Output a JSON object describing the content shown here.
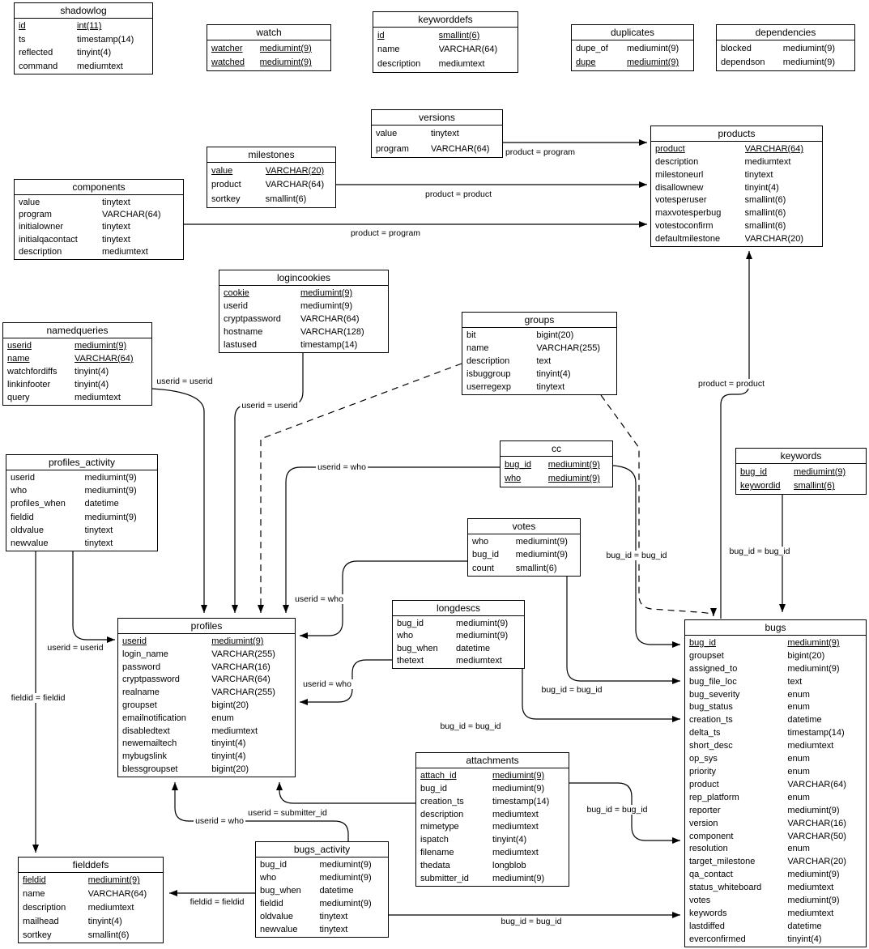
{
  "diagram": {
    "kind": "entity-relationship-schema",
    "tables": [
      {
        "id": "shadowlog",
        "title": "shadowlog",
        "fields": [
          {
            "name": "id",
            "type": "int(11)",
            "key": true
          },
          {
            "name": "ts",
            "type": "timestamp(14)",
            "key": false
          },
          {
            "name": "reflected",
            "type": "tinyint(4)",
            "key": false
          },
          {
            "name": "command",
            "type": "mediumtext",
            "key": false
          }
        ]
      },
      {
        "id": "watch",
        "title": "watch",
        "fields": [
          {
            "name": "watcher",
            "type": "mediumint(9)",
            "key": true
          },
          {
            "name": "watched",
            "type": "mediumint(9)",
            "key": true
          }
        ]
      },
      {
        "id": "keyworddefs",
        "title": "keyworddefs",
        "fields": [
          {
            "name": "id",
            "type": "smallint(6)",
            "key": true
          },
          {
            "name": "name",
            "type": "VARCHAR(64)",
            "key": false
          },
          {
            "name": "description",
            "type": "mediumtext",
            "key": false
          }
        ]
      },
      {
        "id": "duplicates",
        "title": "duplicates",
        "fields": [
          {
            "name": "dupe_of",
            "type": "mediumint(9)",
            "key": false
          },
          {
            "name": "dupe",
            "type": "mediumint(9)",
            "key": true
          }
        ]
      },
      {
        "id": "dependencies",
        "title": "dependencies",
        "fields": [
          {
            "name": "blocked",
            "type": "mediumint(9)",
            "key": false
          },
          {
            "name": "dependson",
            "type": "mediumint(9)",
            "key": false
          }
        ]
      },
      {
        "id": "versions",
        "title": "versions",
        "fields": [
          {
            "name": "value",
            "type": "tinytext",
            "key": false
          },
          {
            "name": "program",
            "type": "VARCHAR(64)",
            "key": false
          }
        ]
      },
      {
        "id": "products",
        "title": "products",
        "fields": [
          {
            "name": "product",
            "type": "VARCHAR(64)",
            "key": true
          },
          {
            "name": "description",
            "type": "mediumtext",
            "key": false
          },
          {
            "name": "milestoneurl",
            "type": "tinytext",
            "key": false
          },
          {
            "name": "disallownew",
            "type": "tinyint(4)",
            "key": false
          },
          {
            "name": "votesperuser",
            "type": "smallint(6)",
            "key": false
          },
          {
            "name": "maxvotesperbug",
            "type": "smallint(6)",
            "key": false
          },
          {
            "name": "votestoconfirm",
            "type": "smallint(6)",
            "key": false
          },
          {
            "name": "defaultmilestone",
            "type": "VARCHAR(20)",
            "key": false
          }
        ]
      },
      {
        "id": "milestones",
        "title": "milestones",
        "fields": [
          {
            "name": "value",
            "type": "VARCHAR(20)",
            "key": true
          },
          {
            "name": "product",
            "type": "VARCHAR(64)",
            "key": false
          },
          {
            "name": "sortkey",
            "type": "smallint(6)",
            "key": false
          }
        ]
      },
      {
        "id": "components",
        "title": "components",
        "fields": [
          {
            "name": "value",
            "type": "tinytext",
            "key": false
          },
          {
            "name": "program",
            "type": "VARCHAR(64)",
            "key": false
          },
          {
            "name": "initialowner",
            "type": "tinytext",
            "key": false
          },
          {
            "name": "initialqacontact",
            "type": "tinytext",
            "key": false
          },
          {
            "name": "description",
            "type": "mediumtext",
            "key": false
          }
        ]
      },
      {
        "id": "logincookies",
        "title": "logincookies",
        "fields": [
          {
            "name": "cookie",
            "type": "mediumint(9)",
            "key": true
          },
          {
            "name": "userid",
            "type": "mediumint(9)",
            "key": false
          },
          {
            "name": "cryptpassword",
            "type": "VARCHAR(64)",
            "key": false
          },
          {
            "name": "hostname",
            "type": "VARCHAR(128)",
            "key": false
          },
          {
            "name": "lastused",
            "type": "timestamp(14)",
            "key": false
          }
        ]
      },
      {
        "id": "groups",
        "title": "groups",
        "fields": [
          {
            "name": "bit",
            "type": "bigint(20)",
            "key": false
          },
          {
            "name": "name",
            "type": "VARCHAR(255)",
            "key": false
          },
          {
            "name": "description",
            "type": "text",
            "key": false
          },
          {
            "name": "isbuggroup",
            "type": "tinyint(4)",
            "key": false
          },
          {
            "name": "userregexp",
            "type": "tinytext",
            "key": false
          }
        ]
      },
      {
        "id": "namedqueries",
        "title": "namedqueries",
        "fields": [
          {
            "name": "userid",
            "type": "mediumint(9)",
            "key": true
          },
          {
            "name": "name",
            "type": "VARCHAR(64)",
            "key": true
          },
          {
            "name": "watchfordiffs",
            "type": "tinyint(4)",
            "key": false
          },
          {
            "name": "linkinfooter",
            "type": "tinyint(4)",
            "key": false
          },
          {
            "name": "query",
            "type": "mediumtext",
            "key": false
          }
        ]
      },
      {
        "id": "profiles_activity",
        "title": "profiles_activity",
        "fields": [
          {
            "name": "userid",
            "type": "mediumint(9)",
            "key": false
          },
          {
            "name": "who",
            "type": "mediumint(9)",
            "key": false
          },
          {
            "name": "profiles_when",
            "type": "datetime",
            "key": false
          },
          {
            "name": "fieldid",
            "type": "mediumint(9)",
            "key": false
          },
          {
            "name": "oldvalue",
            "type": "tinytext",
            "key": false
          },
          {
            "name": "newvalue",
            "type": "tinytext",
            "key": false
          }
        ]
      },
      {
        "id": "cc",
        "title": "cc",
        "fields": [
          {
            "name": "bug_id",
            "type": "mediumint(9)",
            "key": true
          },
          {
            "name": "who",
            "type": "mediumint(9)",
            "key": true
          }
        ]
      },
      {
        "id": "keywords",
        "title": "keywords",
        "fields": [
          {
            "name": "bug_id",
            "type": "mediumint(9)",
            "key": true
          },
          {
            "name": "keywordid",
            "type": "smallint(6)",
            "key": true
          }
        ]
      },
      {
        "id": "votes",
        "title": "votes",
        "fields": [
          {
            "name": "who",
            "type": "mediumint(9)",
            "key": false
          },
          {
            "name": "bug_id",
            "type": "mediumint(9)",
            "key": false
          },
          {
            "name": "count",
            "type": "smallint(6)",
            "key": false
          }
        ]
      },
      {
        "id": "longdescs",
        "title": "longdescs",
        "fields": [
          {
            "name": "bug_id",
            "type": "mediumint(9)",
            "key": false
          },
          {
            "name": "who",
            "type": "mediumint(9)",
            "key": false
          },
          {
            "name": "bug_when",
            "type": "datetime",
            "key": false
          },
          {
            "name": "thetext",
            "type": "mediumtext",
            "key": false
          }
        ]
      },
      {
        "id": "profiles",
        "title": "profiles",
        "fields": [
          {
            "name": "userid",
            "type": "mediumint(9)",
            "key": true
          },
          {
            "name": "login_name",
            "type": "VARCHAR(255)",
            "key": false
          },
          {
            "name": "password",
            "type": "VARCHAR(16)",
            "key": false
          },
          {
            "name": "cryptpassword",
            "type": "VARCHAR(64)",
            "key": false
          },
          {
            "name": "realname",
            "type": "VARCHAR(255)",
            "key": false
          },
          {
            "name": "groupset",
            "type": "bigint(20)",
            "key": false
          },
          {
            "name": "emailnotification",
            "type": "enum",
            "key": false
          },
          {
            "name": "disabledtext",
            "type": "mediumtext",
            "key": false
          },
          {
            "name": "newemailtech",
            "type": "tinyint(4)",
            "key": false
          },
          {
            "name": "mybugslink",
            "type": "tinyint(4)",
            "key": false
          },
          {
            "name": "blessgroupset",
            "type": "bigint(20)",
            "key": false
          }
        ]
      },
      {
        "id": "bugs",
        "title": "bugs",
        "fields": [
          {
            "name": "bug_id",
            "type": "mediumint(9)",
            "key": true
          },
          {
            "name": "groupset",
            "type": "bigint(20)",
            "key": false
          },
          {
            "name": "assigned_to",
            "type": "mediumint(9)",
            "key": false
          },
          {
            "name": "bug_file_loc",
            "type": "text",
            "key": false
          },
          {
            "name": "bug_severity",
            "type": "enum",
            "key": false
          },
          {
            "name": "bug_status",
            "type": "enum",
            "key": false
          },
          {
            "name": "creation_ts",
            "type": "datetime",
            "key": false
          },
          {
            "name": "delta_ts",
            "type": "timestamp(14)",
            "key": false
          },
          {
            "name": "short_desc",
            "type": "mediumtext",
            "key": false
          },
          {
            "name": "op_sys",
            "type": "enum",
            "key": false
          },
          {
            "name": "priority",
            "type": "enum",
            "key": false
          },
          {
            "name": "product",
            "type": "VARCHAR(64)",
            "key": false
          },
          {
            "name": "rep_platform",
            "type": "enum",
            "key": false
          },
          {
            "name": "reporter",
            "type": "mediumint(9)",
            "key": false
          },
          {
            "name": "version",
            "type": "VARCHAR(16)",
            "key": false
          },
          {
            "name": "component",
            "type": "VARCHAR(50)",
            "key": false
          },
          {
            "name": "resolution",
            "type": "enum",
            "key": false
          },
          {
            "name": "target_milestone",
            "type": "VARCHAR(20)",
            "key": false
          },
          {
            "name": "qa_contact",
            "type": "mediumint(9)",
            "key": false
          },
          {
            "name": "status_whiteboard",
            "type": "mediumtext",
            "key": false
          },
          {
            "name": "votes",
            "type": "mediumint(9)",
            "key": false
          },
          {
            "name": "keywords",
            "type": "mediumtext",
            "key": false
          },
          {
            "name": "lastdiffed",
            "type": "datetime",
            "key": false
          },
          {
            "name": "everconfirmed",
            "type": "tinyint(4)",
            "key": false
          }
        ]
      },
      {
        "id": "attachments",
        "title": "attachments",
        "fields": [
          {
            "name": "attach_id",
            "type": "mediumint(9)",
            "key": true
          },
          {
            "name": "bug_id",
            "type": "mediumint(9)",
            "key": false
          },
          {
            "name": "creation_ts",
            "type": "timestamp(14)",
            "key": false
          },
          {
            "name": "description",
            "type": "mediumtext",
            "key": false
          },
          {
            "name": "mimetype",
            "type": "mediumtext",
            "key": false
          },
          {
            "name": "ispatch",
            "type": "tinyint(4)",
            "key": false
          },
          {
            "name": "filename",
            "type": "mediumtext",
            "key": false
          },
          {
            "name": "thedata",
            "type": "longblob",
            "key": false
          },
          {
            "name": "submitter_id",
            "type": "mediumint(9)",
            "key": false
          }
        ]
      },
      {
        "id": "bugs_activity",
        "title": "bugs_activity",
        "fields": [
          {
            "name": "bug_id",
            "type": "mediumint(9)",
            "key": false
          },
          {
            "name": "who",
            "type": "mediumint(9)",
            "key": false
          },
          {
            "name": "bug_when",
            "type": "datetime",
            "key": false
          },
          {
            "name": "fieldid",
            "type": "mediumint(9)",
            "key": false
          },
          {
            "name": "oldvalue",
            "type": "tinytext",
            "key": false
          },
          {
            "name": "newvalue",
            "type": "tinytext",
            "key": false
          }
        ]
      },
      {
        "id": "fielddefs",
        "title": "fielddefs",
        "fields": [
          {
            "name": "fieldid",
            "type": "mediumint(9)",
            "key": true
          },
          {
            "name": "name",
            "type": "VARCHAR(64)",
            "key": false
          },
          {
            "name": "description",
            "type": "mediumtext",
            "key": false
          },
          {
            "name": "mailhead",
            "type": "tinyint(4)",
            "key": false
          },
          {
            "name": "sortkey",
            "type": "smallint(6)",
            "key": false
          }
        ]
      }
    ],
    "relationships": [
      {
        "id": "c1",
        "from": "versions",
        "to": "products",
        "label": "product = program",
        "dashed": false
      },
      {
        "id": "c2",
        "from": "milestones",
        "to": "products",
        "label": "product = product",
        "dashed": false
      },
      {
        "id": "c3",
        "from": "components",
        "to": "products",
        "label": "product = program",
        "dashed": false
      },
      {
        "id": "c4",
        "from": "bugs",
        "to": "products",
        "label": "product = product",
        "dashed": false
      },
      {
        "id": "c5",
        "from": "namedqueries",
        "to": "profiles",
        "label": "userid = userid",
        "dashed": false
      },
      {
        "id": "c6",
        "from": "logincookies",
        "to": "profiles",
        "label": "userid = userid",
        "dashed": false
      },
      {
        "id": "c7",
        "from": "groups",
        "to": "profiles",
        "label": "",
        "dashed": true
      },
      {
        "id": "c8",
        "from": "groups",
        "to": "bugs",
        "label": "",
        "dashed": true
      },
      {
        "id": "c9",
        "from": "cc",
        "to": "profiles",
        "label": "userid = who",
        "dashed": false
      },
      {
        "id": "c10",
        "from": "votes",
        "to": "profiles",
        "label": "userid = who",
        "dashed": false
      },
      {
        "id": "c11",
        "from": "longdescs",
        "to": "profiles",
        "label": "userid = who",
        "dashed": false
      },
      {
        "id": "c12",
        "from": "profiles_activity",
        "to": "profiles",
        "label": "userid = userid",
        "dashed": false
      },
      {
        "id": "c13",
        "from": "profiles_activity",
        "to": "fielddefs",
        "label": "fieldid = fieldid",
        "dashed": false
      },
      {
        "id": "c14",
        "from": "cc",
        "to": "bugs",
        "label": "bug_id = bug_id",
        "dashed": false
      },
      {
        "id": "c15",
        "from": "votes",
        "to": "bugs",
        "label": "bug_id = bug_id",
        "dashed": false
      },
      {
        "id": "c16",
        "from": "longdescs",
        "to": "bugs",
        "label": "bug_id = bug_id",
        "dashed": false
      },
      {
        "id": "c17",
        "from": "attachments",
        "to": "bugs",
        "label": "bug_id = bug_id",
        "dashed": false
      },
      {
        "id": "c18",
        "from": "keywords",
        "to": "bugs",
        "label": "bug_id = bug_id",
        "dashed": false
      },
      {
        "id": "c19",
        "from": "attachments",
        "to": "profiles",
        "label": "userid = submitter_id",
        "dashed": false
      },
      {
        "id": "c20",
        "from": "bugs_activity",
        "to": "profiles",
        "label": "userid = who",
        "dashed": false
      },
      {
        "id": "c21",
        "from": "bugs_activity",
        "to": "fielddefs",
        "label": "fieldid = fieldid",
        "dashed": false
      },
      {
        "id": "c22",
        "from": "bugs_activity",
        "to": "bugs",
        "label": "bug_id = bug_id",
        "dashed": false
      }
    ],
    "colors": {
      "line": "#000000",
      "box_border": "#000000",
      "box_fill": "#ffffff",
      "text": "#000000"
    }
  }
}
